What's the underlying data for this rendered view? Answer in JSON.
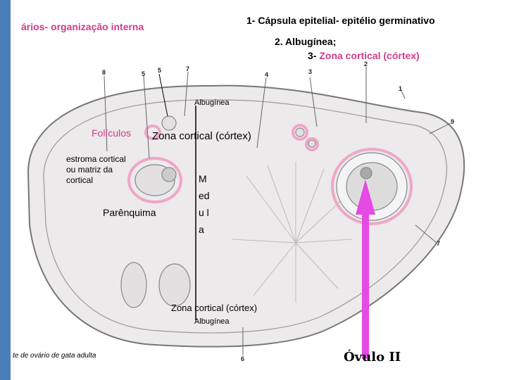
{
  "header": {
    "title_prefix": "ários- ",
    "title_highlight": "organização interna",
    "item1": "1- Cápsula epitelial- epitélio germinativo",
    "item2": "2. Albugínea;",
    "item3_prefix": "3- ",
    "item3_highlight": "Zona cortical (córtex)"
  },
  "labels": {
    "albuginea_top": "Albugínea",
    "albuginea_bottom": "Albugínea",
    "foliculos": "Folículos",
    "zona_cortical_top": "Zona cortical (córtex)",
    "zona_cortical_bottom": "Zona cortical (córtex)",
    "estroma": "estroma cortical ou matriz da cortical",
    "parenquima": "Parênquima",
    "medula": "M ed u l a"
  },
  "numbers": {
    "n8": "8",
    "n5a": "5",
    "n5b": "5",
    "n7a": "7",
    "n4": "4",
    "n3": "3",
    "n2": "2",
    "n1": "1",
    "n9": "9",
    "n7b": "7",
    "n6": "6"
  },
  "footer": {
    "caption": "te de ovário de gata adulta",
    "brand": "Óvulo II"
  },
  "colors": {
    "sidebar": "#4a7ebb",
    "highlight": "#d03c8c",
    "arrow": "#e54ae5",
    "circle": "#f0a6c8"
  }
}
